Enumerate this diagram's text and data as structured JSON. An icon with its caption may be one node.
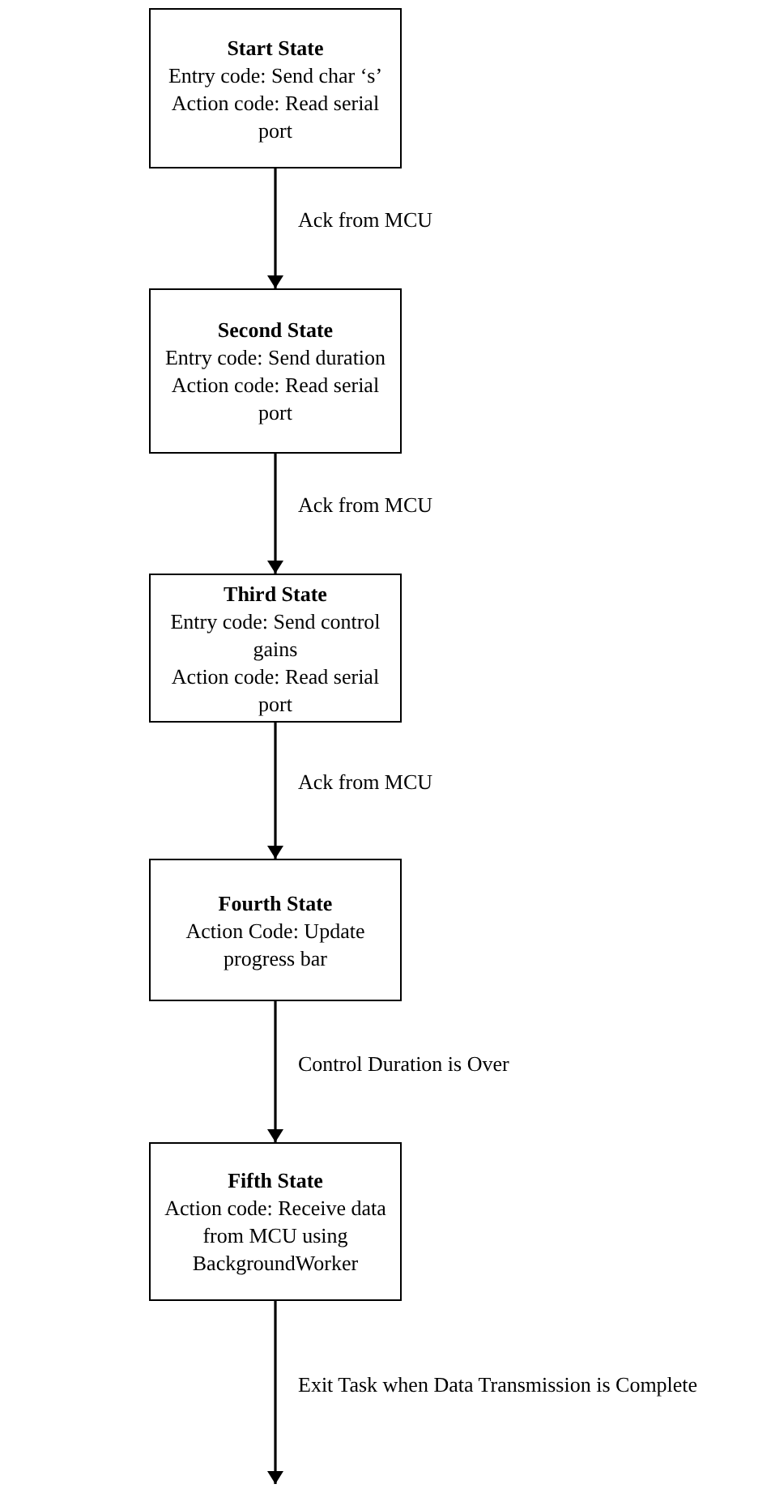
{
  "diagram": {
    "nodes": [
      {
        "text": [
          "Start State",
          "Entry code: Send char ‘s’",
          "Action code: Read serial port"
        ]
      },
      {
        "text": [
          "Second State",
          "Entry code: Send duration",
          "Action code: Read serial port"
        ]
      },
      {
        "text": [
          "Third State",
          "Entry code: Send control gains",
          "Action code: Read serial port"
        ]
      },
      {
        "text": [
          "Fourth State",
          "Action Code: Update progress bar"
        ]
      },
      {
        "text": [
          "Fifth State",
          "Action code: Receive data from MCU using BackgroundWorker"
        ]
      }
    ],
    "edges": [
      {
        "from": 0,
        "to": 1,
        "arrow": "to",
        "label": "Ack from MCU"
      },
      {
        "from": 1,
        "to": 2,
        "arrow": "to",
        "label": "Ack from MCU"
      },
      {
        "from": 2,
        "to": 3,
        "arrow": "to",
        "label": "Ack from MCU"
      },
      {
        "from": 3,
        "to": 4,
        "arrow": "to",
        "label": "Control Duration is Over"
      },
      {
        "from": 4,
        "to": null,
        "arrow": "to",
        "label": "Exit Task when Data Transmission is Complete"
      }
    ]
  }
}
